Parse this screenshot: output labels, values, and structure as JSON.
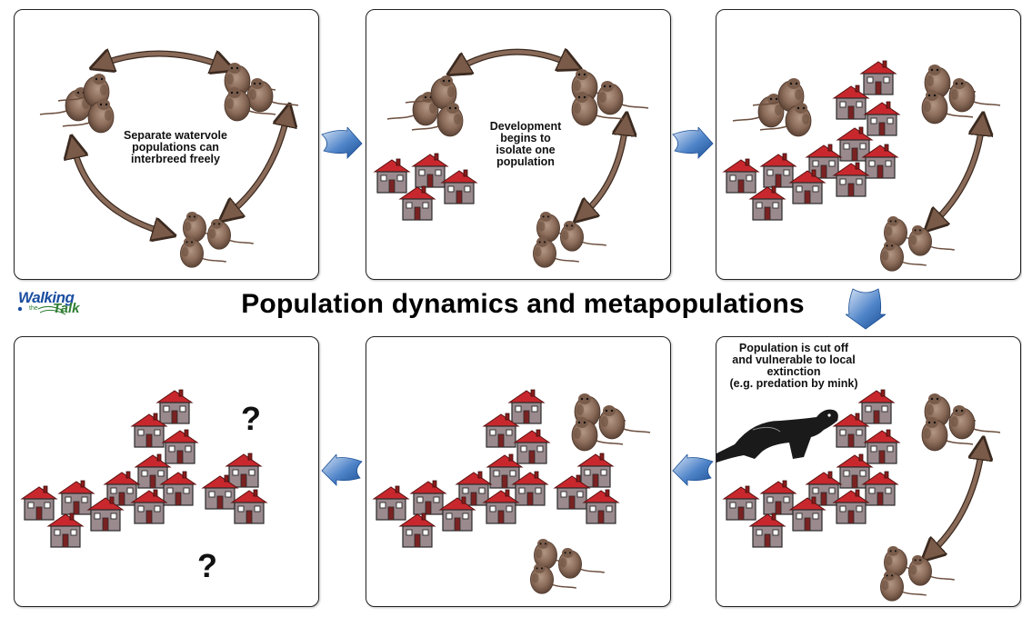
{
  "title": "Population dynamics and metapopulations",
  "logo": {
    "line1": "Walking",
    "line2": "the",
    "line3": "Talk"
  },
  "panels": [
    {
      "caption_lines": [
        "Separate watervole",
        "populations can",
        "interbreed freely"
      ]
    },
    {
      "caption_lines": [
        "Development",
        "begins to",
        "isolate one",
        "population"
      ]
    },
    {
      "caption_lines": []
    },
    {
      "caption_lines": [
        "Population is cut off",
        "and vulnerable to local",
        "extinction",
        "(e.g. predation by mink)"
      ]
    },
    {
      "caption_lines": []
    },
    {
      "caption_lines": [],
      "question_marks": [
        "?",
        "?"
      ]
    }
  ],
  "colors": {
    "roof": "#c8282d",
    "wall": "#9a8a8e",
    "door": "#7a2222",
    "vole_body": "#8a6a58",
    "link_arrow": "#7a5a48",
    "flow_arrow": "#2f66b0"
  },
  "icons": [
    "house-icon",
    "water-vole-icon",
    "mink-icon",
    "double-arrow-icon",
    "flow-arrow-icon"
  ]
}
